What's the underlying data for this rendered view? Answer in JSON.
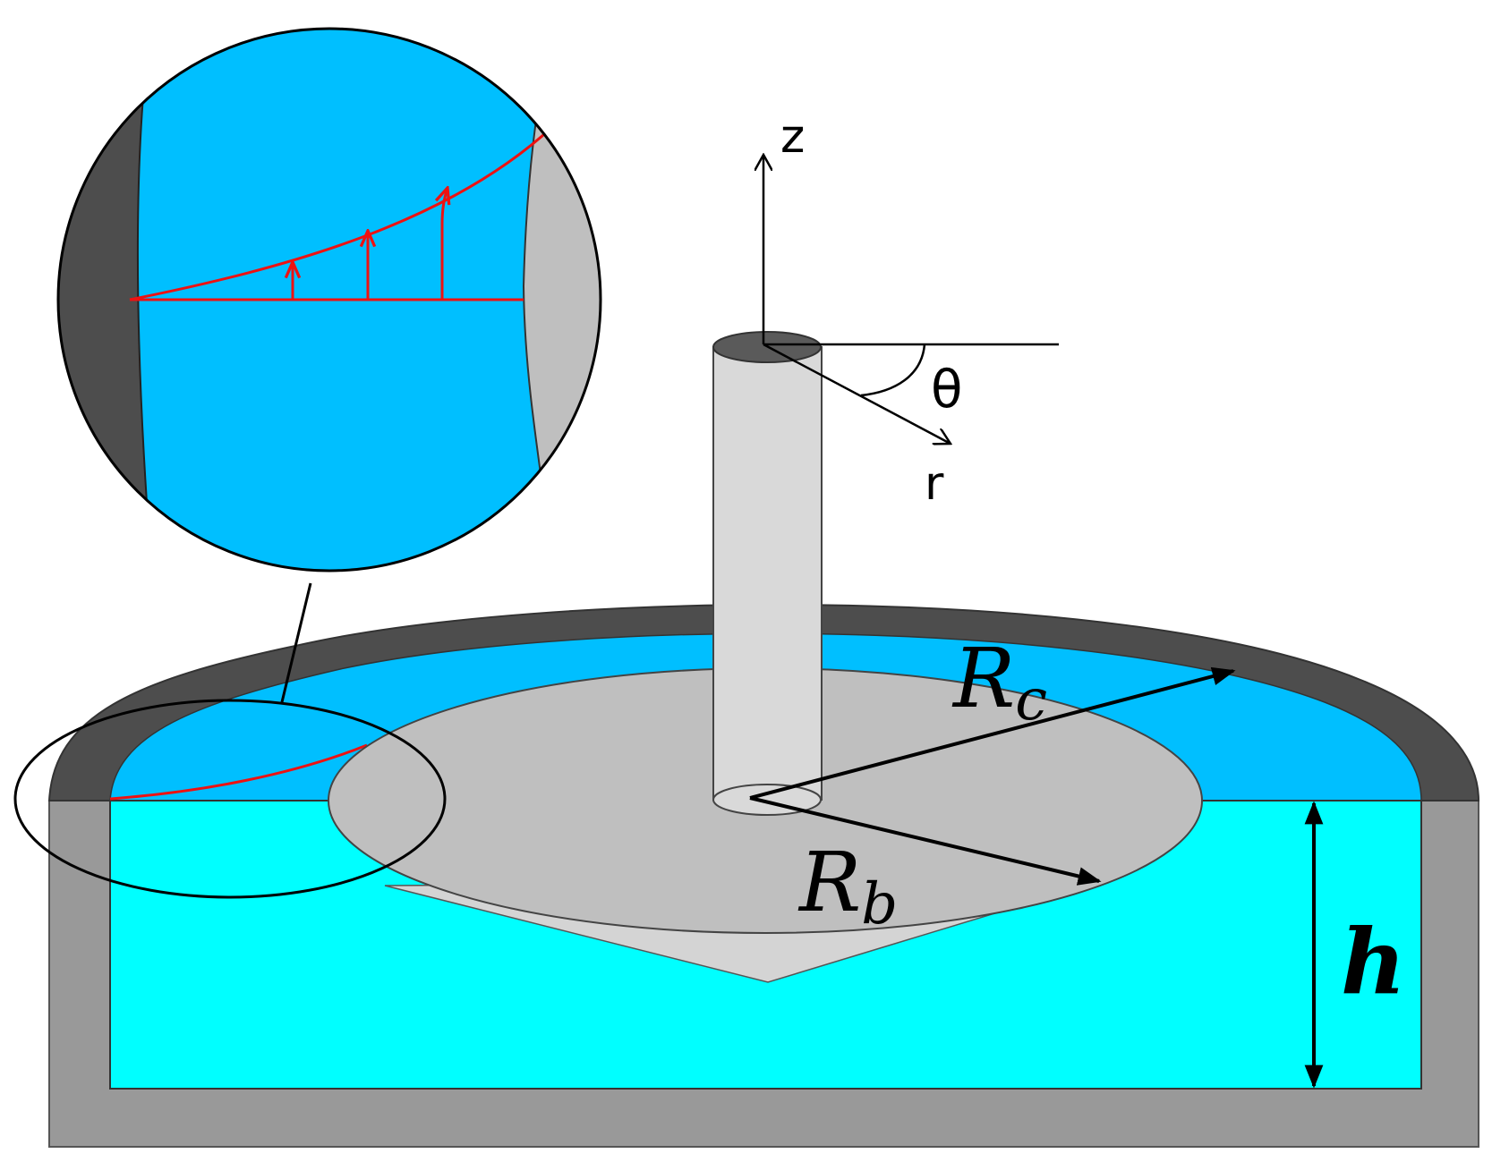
{
  "labels": {
    "z_axis": "z",
    "r_axis": "r",
    "theta": "θ",
    "Rc_main": "R",
    "Rc_sub": "c",
    "Rb_main": "R",
    "Rb_sub": "b",
    "h": "h"
  },
  "colors": {
    "wall_gray": "#999999",
    "wall_dark": "#4d4d4d",
    "fluid_cyan": "#00ffff",
    "fluid_blue": "#00bfff",
    "disk_gray": "#bfbfbf",
    "shaft_gray": "#d9d9d9",
    "interface_red": "#ee1111",
    "outline": "#000000"
  }
}
